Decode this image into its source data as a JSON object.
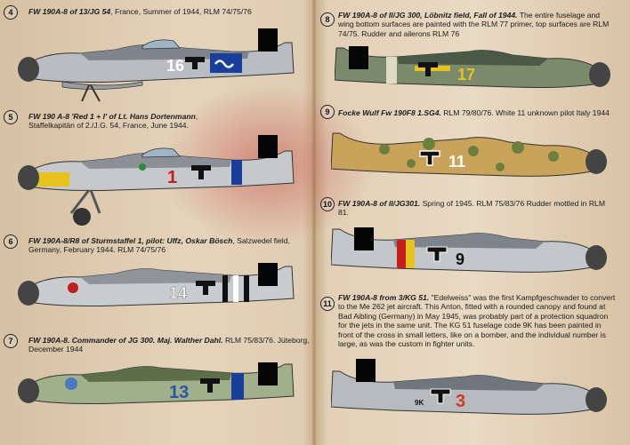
{
  "profiles": [
    {
      "n": "4",
      "title": "FW 190A-8 of 13/JG 54",
      "desc": ", France, Summer of 1944, RLM 74/75/76",
      "marking": "16"
    },
    {
      "n": "5",
      "title": "FW 190 A-8 'Red 1 + I' of Lt. Hans Dortenmann",
      "desc": ",",
      "desc2": "Staffelkapitän of 2./J.G. 54, France, June 1944.",
      "marking": "1"
    },
    {
      "n": "6",
      "title": "FW 190A-8/R8 of Sturmstaffel 1, pilot: Uffz, Oskar Bösch",
      "desc": ", Salzwedel field,",
      "desc2": "Germany, February 1944. RLM 74/75/76",
      "marking": "14"
    },
    {
      "n": "7",
      "title": "FW 190A-8. Commander of JG 300. Maj. Walther Dahl.",
      "desc": " RLM 75/83/76. Jüteborg,",
      "desc2": "December 1944",
      "marking": "13"
    },
    {
      "n": "8",
      "title": "FW 190A-8 of II/JG 300, Löbnitz field, Fall of 1944.",
      "desc": " The entire fuselage and wing bottom surfaces are painted with the RLM 77 primer, top surfaces are RLM 74/75. Rudder and ailerons RLM 76",
      "marking": "17"
    },
    {
      "n": "9",
      "title": "Focke Wulf Fw 190F8 1.SG4.",
      "desc": " RLM 79/80/76. White 11 unknown pilot Italy 1944",
      "marking": "11"
    },
    {
      "n": "10",
      "title": "FW 190A-8 of II/JG301.",
      "desc": " Spring of 1945. RLM 75/83/76 Rudder mottled in RLM 81.",
      "marking": "9"
    },
    {
      "n": "11",
      "title": "FW 190A-8 from 3/KG 51.",
      "desc": " \"Edelweiss\" was the first Kampfgeschwader to convert to the Me 262 jet aircraft. This Anton, fitted with a rounded canopy and found at Bad Aibling (Germany) in May 1945, was probably part of a protection squadron for the jets in the same unit. The KG 51 fuselage code 9K has been painted in front of the cross in small letters, like on a bomber, and the individual number is large, as was the custom in fighter units.",
      "marking": "3",
      "code": "9K"
    }
  ]
}
